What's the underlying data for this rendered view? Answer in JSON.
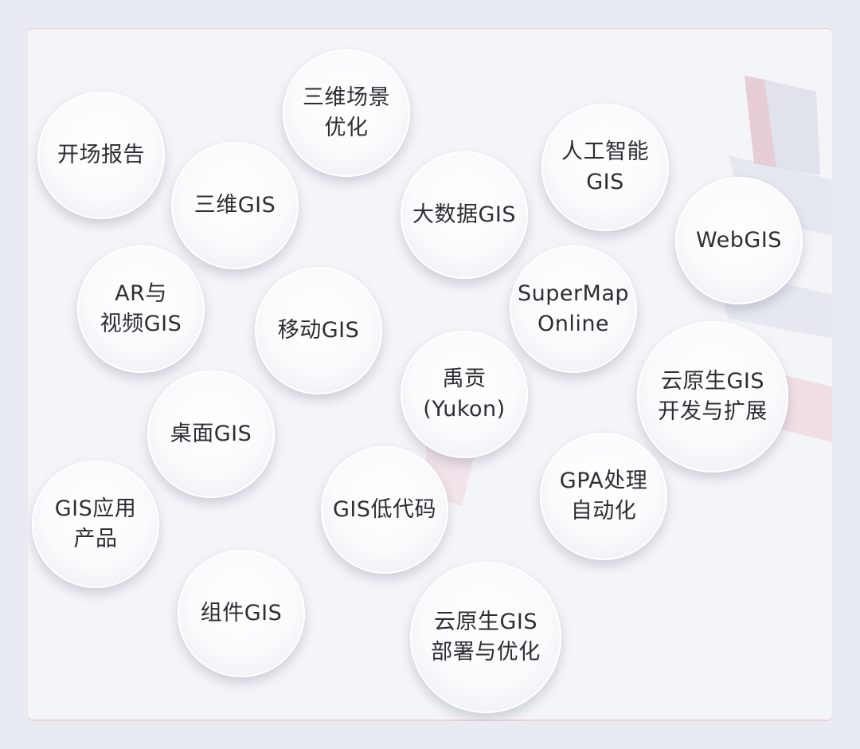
{
  "topics": [
    {
      "key": "opening-report",
      "label": "开场报告"
    },
    {
      "key": "3d-scene-optimization",
      "label": "三维场景\n优化"
    },
    {
      "key": "3d-gis",
      "label": "三维GIS"
    },
    {
      "key": "big-data-gis",
      "label": "大数据GIS"
    },
    {
      "key": "ai-gis",
      "label": "人工智能\nGIS"
    },
    {
      "key": "webgis",
      "label": "WebGIS"
    },
    {
      "key": "ar-video-gis",
      "label": "AR与\n视频GIS"
    },
    {
      "key": "mobile-gis",
      "label": "移动GIS"
    },
    {
      "key": "supermap-online",
      "label": "SuperMap\nOnline"
    },
    {
      "key": "yukon",
      "label": "禹贡\n(Yukon)"
    },
    {
      "key": "cloud-native-gis-dev",
      "label": "云原生GIS\n开发与扩展"
    },
    {
      "key": "desktop-gis",
      "label": "桌面GIS"
    },
    {
      "key": "gis-low-code",
      "label": "GIS低代码"
    },
    {
      "key": "gpa-automation",
      "label": "GPA处理\n自动化"
    },
    {
      "key": "gis-app-products",
      "label": "GIS应用\n产品"
    },
    {
      "key": "component-gis",
      "label": "组件GIS"
    },
    {
      "key": "cloud-native-gis-deploy",
      "label": "云原生GIS\n部署与优化"
    }
  ]
}
